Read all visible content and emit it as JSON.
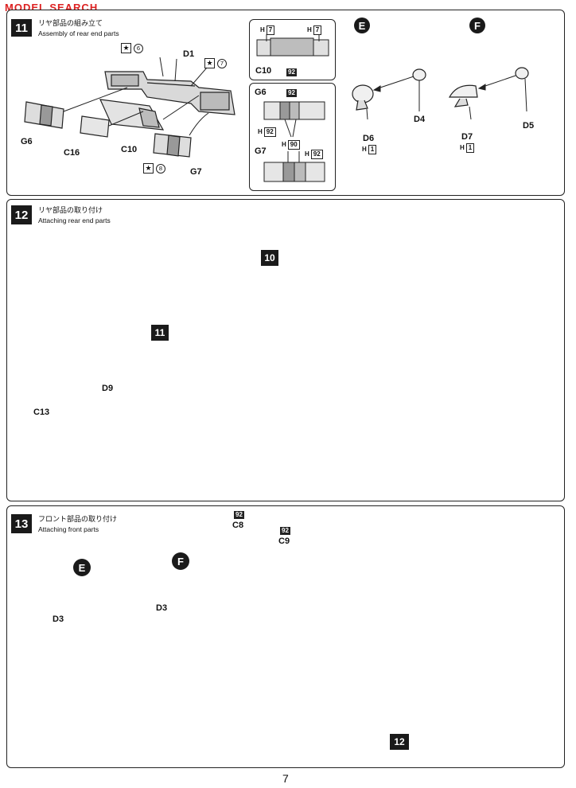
{
  "watermark": "MODEL SEARCH",
  "page_number": "7",
  "step11": {
    "number": "11",
    "title_jp": "リヤ部品の組み立て",
    "title_en": "Assembly of rear end parts",
    "parts": {
      "d1": "D1",
      "g6": "G6",
      "g7": "G7",
      "c16": "C16",
      "c10": "C10",
      "star_a": "6",
      "star_b": "7",
      "star_c": "8"
    },
    "detail_c10": {
      "part": "C10",
      "h_left": "H",
      "code_left": "7",
      "h_right": "H",
      "code_right": "7",
      "code_mid": "92"
    },
    "detail_g": {
      "g6": "G6",
      "g6_code": "92",
      "g6_h": "H",
      "g6_h_code": "92",
      "g7": "G7",
      "mid_h": "H",
      "mid_code": "90",
      "g7_h": "H",
      "g7_h_code": "92"
    },
    "mirror_e": {
      "marker": "E",
      "part_a": "D6",
      "part_a_h": "H",
      "part_a_code": "1",
      "part_b": "D4"
    },
    "mirror_f": {
      "marker": "F",
      "part_a": "D7",
      "part_a_h": "H",
      "part_a_code": "1",
      "part_b": "D5"
    }
  },
  "step12": {
    "number": "12",
    "title_jp": "リヤ部品の取り付け",
    "title_en": "Attaching rear end parts",
    "tag_body": "10",
    "tag_lights": "11",
    "part_bumper": "D9",
    "part_lower": "C13"
  },
  "step13": {
    "number": "13",
    "title_jp": "フロント部品の取り付け",
    "title_en": "Attaching front parts",
    "marker_e": "E",
    "marker_f": "F",
    "part_d3_left": "D3",
    "part_d3_right": "D3",
    "wiper_a": "C8",
    "wiper_a_code": "92",
    "wiper_b": "C9",
    "wiper_b_code": "92",
    "tag_body": "12"
  }
}
